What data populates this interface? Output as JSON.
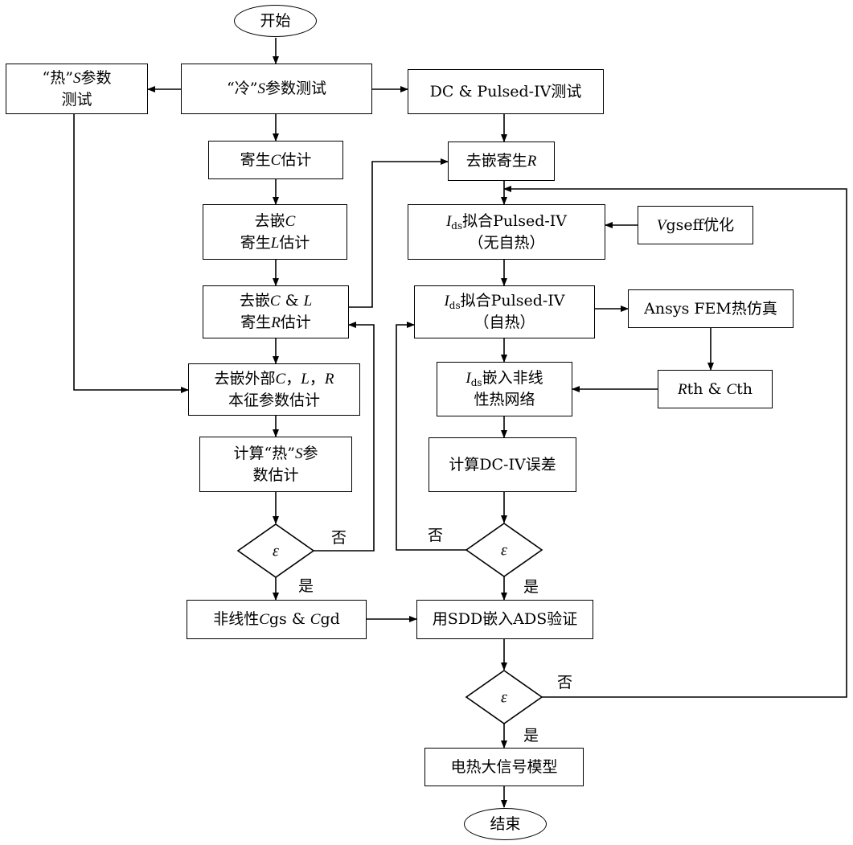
{
  "nodes": {
    "start": "开始",
    "end": "结束",
    "hot_s": {
      "a": "“热”",
      "b": "S",
      "c": "参数",
      "d": "测试"
    },
    "cold_s": {
      "a": "“冷”",
      "b": "S",
      "c": "参数测试"
    },
    "dc_pulsed": "DC & Pulsed-IV测试",
    "parasitic_c": {
      "a": "寄生",
      "b": "C",
      "c": "估计"
    },
    "deembed_r": {
      "a": "去嵌寄生",
      "b": "R"
    },
    "deembed_c": {
      "a": "去嵌",
      "b": "C",
      "c": "寄生",
      "d": "L",
      "e": "估计"
    },
    "ids_fit_noheat": {
      "a": "I",
      "b": "ds",
      "c": "拟合Pulsed-IV",
      "d": "（无自热）"
    },
    "vgseff": {
      "a": "V",
      "b": "gseff优化"
    },
    "deembed_cl": {
      "a": "去嵌",
      "b": "C",
      "c": " & ",
      "d": "L",
      "e": "寄生",
      "f": "R",
      "g": "估计"
    },
    "ids_fit_heat": {
      "a": "I",
      "b": "ds",
      "c": "拟合Pulsed-IV",
      "d": "（自热）"
    },
    "ansys": "Ansys FEM热仿真",
    "deembed_ext": {
      "a": "去嵌外部",
      "b": "C",
      "c": "，",
      "d": "L",
      "e": "，",
      "f": "R",
      "g": "本征参数估计"
    },
    "ids_embed": {
      "a": "I",
      "b": "ds",
      "c": "嵌入非线",
      "d": "性热网络"
    },
    "rth_cth": {
      "a": "R",
      "b": "th & ",
      "c": "C",
      "d": "th"
    },
    "calc_hot_s": {
      "a": "计算“热”",
      "b": "S",
      "c": "参",
      "d": "数估计"
    },
    "calc_dc_err": "计算DC-IV误差",
    "nonlinear_c": {
      "a": "非线性",
      "b": "C",
      "c": "gs & ",
      "d": "C",
      "e": "gd"
    },
    "sdd_ads": "用SDD嵌入ADS验证",
    "model": "电热大信号模型"
  },
  "decisions": {
    "symbol": "ε"
  },
  "labels": {
    "no": "否",
    "yes": "是"
  }
}
